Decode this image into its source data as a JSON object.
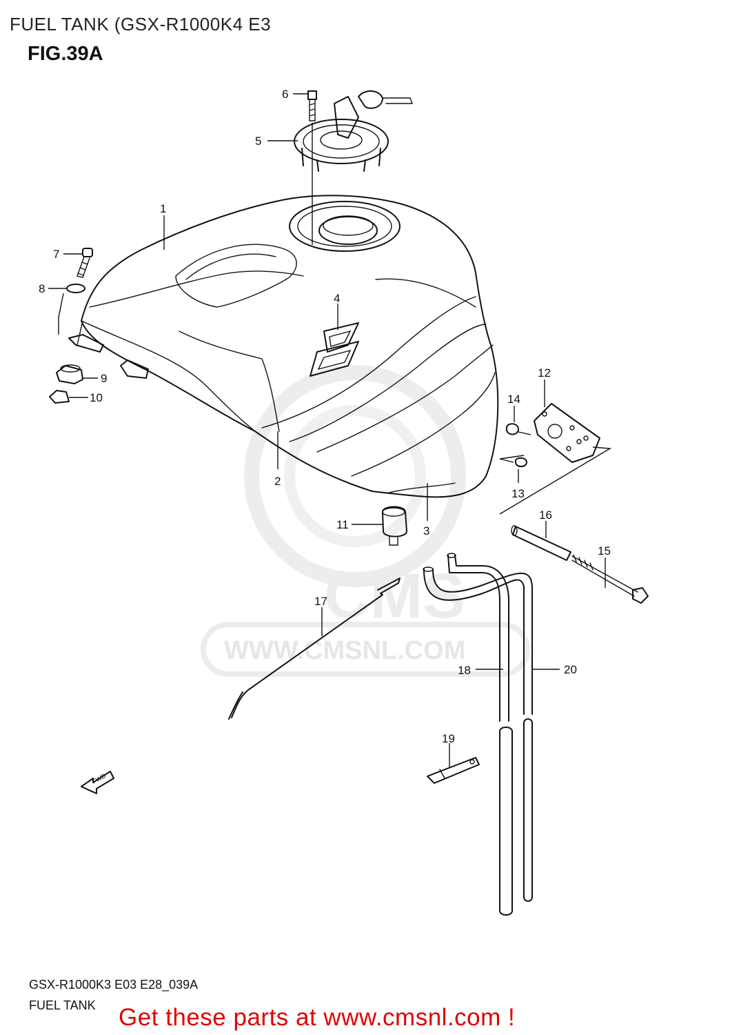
{
  "header": {
    "title": "FUEL TANK (GSX-R1000K4 E3",
    "figure": "FIG.39A"
  },
  "watermark": {
    "logo_text": "CMS",
    "url_text": "WWW.CMSNL.COM"
  },
  "diagram": {
    "fwd_label": "FWD",
    "callouts": [
      {
        "num": "1"
      },
      {
        "num": "2"
      },
      {
        "num": "3"
      },
      {
        "num": "4"
      },
      {
        "num": "5"
      },
      {
        "num": "6"
      },
      {
        "num": "7"
      },
      {
        "num": "8"
      },
      {
        "num": "9"
      },
      {
        "num": "10"
      },
      {
        "num": "11"
      },
      {
        "num": "12"
      },
      {
        "num": "13"
      },
      {
        "num": "14"
      },
      {
        "num": "15"
      },
      {
        "num": "16"
      },
      {
        "num": "17"
      },
      {
        "num": "18"
      },
      {
        "num": "19"
      },
      {
        "num": "20"
      }
    ]
  },
  "footer": {
    "model_code": "GSX-R1000K3 E03 E28_039A",
    "section_name": "FUEL TANK",
    "cta_text": "Get these parts at www.cmsnl.com !"
  },
  "colors": {
    "cta": "#e00000",
    "watermark": "#e6e6e6"
  }
}
